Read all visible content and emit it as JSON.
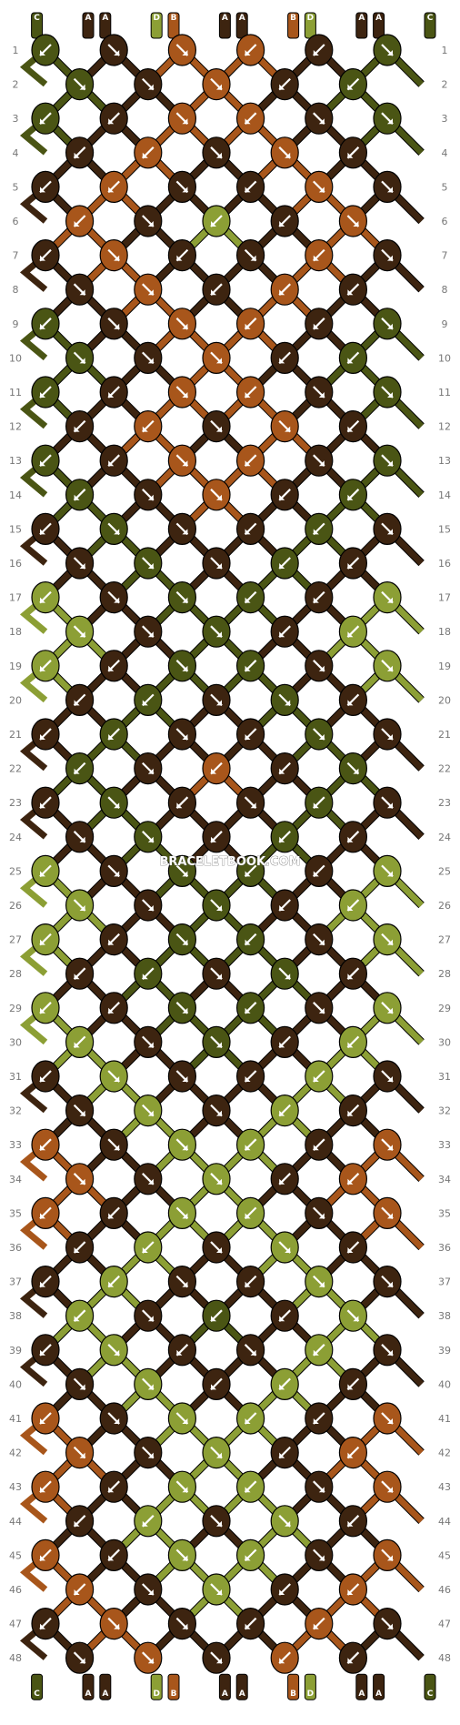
{
  "watermark": "BRACELETBOOK.COM",
  "colors": {
    "A": "#3d2410",
    "B": "#a8561b",
    "C": "#4a5514",
    "D": "#8c9f35"
  },
  "strands_top": [
    "C",
    "A",
    "A",
    "D",
    "B",
    "A",
    "A",
    "B",
    "D",
    "A",
    "A",
    "C"
  ],
  "strands_bottom": [
    "C",
    "A",
    "A",
    "D",
    "B",
    "A",
    "A",
    "B",
    "D",
    "A",
    "A",
    "C"
  ],
  "row_labels": [
    "1",
    "2",
    "3",
    "4",
    "5",
    "6",
    "7",
    "8",
    "9",
    "10",
    "11",
    "12",
    "13",
    "14",
    "15",
    "16",
    "17",
    "18",
    "19",
    "20",
    "21",
    "22",
    "23",
    "24",
    "25",
    "26",
    "27",
    "28",
    "29",
    "30",
    "31",
    "32",
    "33",
    "34",
    "35",
    "36",
    "37",
    "38",
    "39",
    "40",
    "41",
    "42",
    "43",
    "44",
    "45",
    "46",
    "47",
    "48"
  ],
  "knots": [
    [
      [
        "C",
        "sw"
      ],
      [
        "A",
        "se"
      ],
      [
        "B",
        "se"
      ],
      [
        "B",
        "sw"
      ],
      [
        "A",
        "sw"
      ],
      [
        "C",
        "se"
      ]
    ],
    [
      [
        "C",
        "se"
      ],
      [
        "A",
        "se"
      ],
      [
        "B",
        "se"
      ],
      [
        "A",
        "sw"
      ],
      [
        "C",
        "sw"
      ]
    ],
    [
      [
        "C",
        "sw"
      ],
      [
        "A",
        "sw"
      ],
      [
        "B",
        "se"
      ],
      [
        "B",
        "sw"
      ],
      [
        "A",
        "se"
      ],
      [
        "C",
        "se"
      ]
    ],
    [
      [
        "A",
        "sw"
      ],
      [
        "B",
        "sw"
      ],
      [
        "A",
        "se"
      ],
      [
        "B",
        "se"
      ],
      [
        "A",
        "sw"
      ]
    ],
    [
      [
        "A",
        "sw"
      ],
      [
        "B",
        "sw"
      ],
      [
        "A",
        "se"
      ],
      [
        "A",
        "sw"
      ],
      [
        "B",
        "se"
      ],
      [
        "A",
        "se"
      ]
    ],
    [
      [
        "B",
        "sw"
      ],
      [
        "A",
        "se"
      ],
      [
        "D",
        "sw"
      ],
      [
        "A",
        "sw"
      ],
      [
        "B",
        "se"
      ]
    ],
    [
      [
        "A",
        "sw"
      ],
      [
        "B",
        "se"
      ],
      [
        "A",
        "sw"
      ],
      [
        "A",
        "se"
      ],
      [
        "B",
        "sw"
      ],
      [
        "A",
        "se"
      ]
    ],
    [
      [
        "A",
        "se"
      ],
      [
        "B",
        "se"
      ],
      [
        "A",
        "sw"
      ],
      [
        "B",
        "sw"
      ],
      [
        "A",
        "sw"
      ]
    ],
    [
      [
        "C",
        "sw"
      ],
      [
        "A",
        "se"
      ],
      [
        "B",
        "se"
      ],
      [
        "B",
        "sw"
      ],
      [
        "A",
        "sw"
      ],
      [
        "C",
        "se"
      ]
    ],
    [
      [
        "C",
        "se"
      ],
      [
        "A",
        "se"
      ],
      [
        "B",
        "se"
      ],
      [
        "A",
        "sw"
      ],
      [
        "C",
        "sw"
      ]
    ],
    [
      [
        "C",
        "sw"
      ],
      [
        "A",
        "sw"
      ],
      [
        "B",
        "se"
      ],
      [
        "B",
        "sw"
      ],
      [
        "A",
        "se"
      ],
      [
        "C",
        "se"
      ]
    ],
    [
      [
        "A",
        "sw"
      ],
      [
        "B",
        "sw"
      ],
      [
        "A",
        "se"
      ],
      [
        "B",
        "se"
      ],
      [
        "A",
        "sw"
      ]
    ],
    [
      [
        "C",
        "sw"
      ],
      [
        "A",
        "sw"
      ],
      [
        "B",
        "se"
      ],
      [
        "B",
        "sw"
      ],
      [
        "A",
        "se"
      ],
      [
        "C",
        "se"
      ]
    ],
    [
      [
        "C",
        "sw"
      ],
      [
        "A",
        "se"
      ],
      [
        "B",
        "se"
      ],
      [
        "A",
        "sw"
      ],
      [
        "C",
        "sw"
      ]
    ],
    [
      [
        "A",
        "sw"
      ],
      [
        "C",
        "se"
      ],
      [
        "A",
        "se"
      ],
      [
        "A",
        "sw"
      ],
      [
        "C",
        "sw"
      ],
      [
        "A",
        "se"
      ]
    ],
    [
      [
        "A",
        "se"
      ],
      [
        "C",
        "se"
      ],
      [
        "A",
        "se"
      ],
      [
        "C",
        "sw"
      ],
      [
        "A",
        "sw"
      ]
    ],
    [
      [
        "D",
        "sw"
      ],
      [
        "A",
        "se"
      ],
      [
        "C",
        "se"
      ],
      [
        "C",
        "sw"
      ],
      [
        "A",
        "sw"
      ],
      [
        "D",
        "se"
      ]
    ],
    [
      [
        "D",
        "se"
      ],
      [
        "A",
        "se"
      ],
      [
        "C",
        "se"
      ],
      [
        "A",
        "sw"
      ],
      [
        "D",
        "sw"
      ]
    ],
    [
      [
        "D",
        "sw"
      ],
      [
        "A",
        "sw"
      ],
      [
        "C",
        "se"
      ],
      [
        "C",
        "sw"
      ],
      [
        "A",
        "se"
      ],
      [
        "D",
        "se"
      ]
    ],
    [
      [
        "A",
        "sw"
      ],
      [
        "C",
        "sw"
      ],
      [
        "A",
        "se"
      ],
      [
        "C",
        "se"
      ],
      [
        "A",
        "sw"
      ]
    ],
    [
      [
        "A",
        "sw"
      ],
      [
        "C",
        "sw"
      ],
      [
        "A",
        "se"
      ],
      [
        "A",
        "sw"
      ],
      [
        "C",
        "se"
      ],
      [
        "A",
        "se"
      ]
    ],
    [
      [
        "C",
        "sw"
      ],
      [
        "A",
        "se"
      ],
      [
        "B",
        "sw"
      ],
      [
        "A",
        "sw"
      ],
      [
        "C",
        "se"
      ]
    ],
    [
      [
        "A",
        "sw"
      ],
      [
        "C",
        "se"
      ],
      [
        "A",
        "sw"
      ],
      [
        "A",
        "se"
      ],
      [
        "C",
        "sw"
      ],
      [
        "A",
        "se"
      ]
    ],
    [
      [
        "A",
        "se"
      ],
      [
        "C",
        "se"
      ],
      [
        "A",
        "sw"
      ],
      [
        "C",
        "sw"
      ],
      [
        "A",
        "sw"
      ]
    ],
    [
      [
        "D",
        "sw"
      ],
      [
        "A",
        "se"
      ],
      [
        "C",
        "se"
      ],
      [
        "C",
        "sw"
      ],
      [
        "A",
        "sw"
      ],
      [
        "D",
        "se"
      ]
    ],
    [
      [
        "D",
        "se"
      ],
      [
        "A",
        "se"
      ],
      [
        "C",
        "se"
      ],
      [
        "A",
        "sw"
      ],
      [
        "D",
        "sw"
      ]
    ],
    [
      [
        "D",
        "sw"
      ],
      [
        "A",
        "sw"
      ],
      [
        "C",
        "se"
      ],
      [
        "C",
        "sw"
      ],
      [
        "A",
        "se"
      ],
      [
        "D",
        "se"
      ]
    ],
    [
      [
        "A",
        "sw"
      ],
      [
        "C",
        "sw"
      ],
      [
        "A",
        "se"
      ],
      [
        "C",
        "se"
      ],
      [
        "A",
        "sw"
      ]
    ],
    [
      [
        "D",
        "sw"
      ],
      [
        "A",
        "sw"
      ],
      [
        "C",
        "se"
      ],
      [
        "C",
        "sw"
      ],
      [
        "A",
        "se"
      ],
      [
        "D",
        "se"
      ]
    ],
    [
      [
        "D",
        "sw"
      ],
      [
        "A",
        "se"
      ],
      [
        "C",
        "se"
      ],
      [
        "A",
        "sw"
      ],
      [
        "D",
        "sw"
      ]
    ],
    [
      [
        "A",
        "sw"
      ],
      [
        "D",
        "se"
      ],
      [
        "A",
        "se"
      ],
      [
        "A",
        "sw"
      ],
      [
        "D",
        "sw"
      ],
      [
        "A",
        "se"
      ]
    ],
    [
      [
        "A",
        "se"
      ],
      [
        "D",
        "se"
      ],
      [
        "A",
        "se"
      ],
      [
        "D",
        "sw"
      ],
      [
        "A",
        "sw"
      ]
    ],
    [
      [
        "B",
        "sw"
      ],
      [
        "A",
        "se"
      ],
      [
        "D",
        "se"
      ],
      [
        "D",
        "sw"
      ],
      [
        "A",
        "sw"
      ],
      [
        "B",
        "se"
      ]
    ],
    [
      [
        "B",
        "se"
      ],
      [
        "A",
        "se"
      ],
      [
        "D",
        "se"
      ],
      [
        "A",
        "sw"
      ],
      [
        "B",
        "sw"
      ]
    ],
    [
      [
        "B",
        "sw"
      ],
      [
        "A",
        "sw"
      ],
      [
        "D",
        "se"
      ],
      [
        "D",
        "sw"
      ],
      [
        "A",
        "se"
      ],
      [
        "B",
        "se"
      ]
    ],
    [
      [
        "A",
        "sw"
      ],
      [
        "D",
        "sw"
      ],
      [
        "A",
        "se"
      ],
      [
        "D",
        "se"
      ],
      [
        "A",
        "sw"
      ]
    ],
    [
      [
        "A",
        "sw"
      ],
      [
        "D",
        "sw"
      ],
      [
        "A",
        "se"
      ],
      [
        "A",
        "sw"
      ],
      [
        "D",
        "se"
      ],
      [
        "A",
        "se"
      ]
    ],
    [
      [
        "D",
        "sw"
      ],
      [
        "A",
        "se"
      ],
      [
        "C",
        "sw"
      ],
      [
        "A",
        "sw"
      ],
      [
        "D",
        "se"
      ]
    ],
    [
      [
        "A",
        "sw"
      ],
      [
        "D",
        "se"
      ],
      [
        "A",
        "sw"
      ],
      [
        "A",
        "se"
      ],
      [
        "D",
        "sw"
      ],
      [
        "A",
        "se"
      ]
    ],
    [
      [
        "A",
        "se"
      ],
      [
        "D",
        "se"
      ],
      [
        "A",
        "sw"
      ],
      [
        "D",
        "sw"
      ],
      [
        "A",
        "sw"
      ]
    ],
    [
      [
        "B",
        "sw"
      ],
      [
        "A",
        "se"
      ],
      [
        "D",
        "se"
      ],
      [
        "D",
        "sw"
      ],
      [
        "A",
        "sw"
      ],
      [
        "B",
        "se"
      ]
    ],
    [
      [
        "B",
        "se"
      ],
      [
        "A",
        "se"
      ],
      [
        "D",
        "se"
      ],
      [
        "A",
        "sw"
      ],
      [
        "B",
        "sw"
      ]
    ],
    [
      [
        "B",
        "sw"
      ],
      [
        "A",
        "sw"
      ],
      [
        "D",
        "se"
      ],
      [
        "D",
        "sw"
      ],
      [
        "A",
        "se"
      ],
      [
        "B",
        "se"
      ]
    ],
    [
      [
        "A",
        "sw"
      ],
      [
        "D",
        "sw"
      ],
      [
        "A",
        "se"
      ],
      [
        "D",
        "se"
      ],
      [
        "A",
        "sw"
      ]
    ],
    [
      [
        "B",
        "sw"
      ],
      [
        "A",
        "sw"
      ],
      [
        "D",
        "se"
      ],
      [
        "D",
        "sw"
      ],
      [
        "A",
        "se"
      ],
      [
        "B",
        "se"
      ]
    ],
    [
      [
        "B",
        "sw"
      ],
      [
        "A",
        "se"
      ],
      [
        "D",
        "se"
      ],
      [
        "A",
        "sw"
      ],
      [
        "B",
        "sw"
      ]
    ],
    [
      [
        "A",
        "sw"
      ],
      [
        "B",
        "se"
      ],
      [
        "A",
        "se"
      ],
      [
        "A",
        "sw"
      ],
      [
        "B",
        "sw"
      ],
      [
        "A",
        "se"
      ]
    ],
    [
      [
        "A",
        "se"
      ],
      [
        "B",
        "se"
      ],
      [
        "A",
        "se"
      ],
      [
        "B",
        "sw"
      ],
      [
        "A",
        "sw"
      ]
    ]
  ]
}
